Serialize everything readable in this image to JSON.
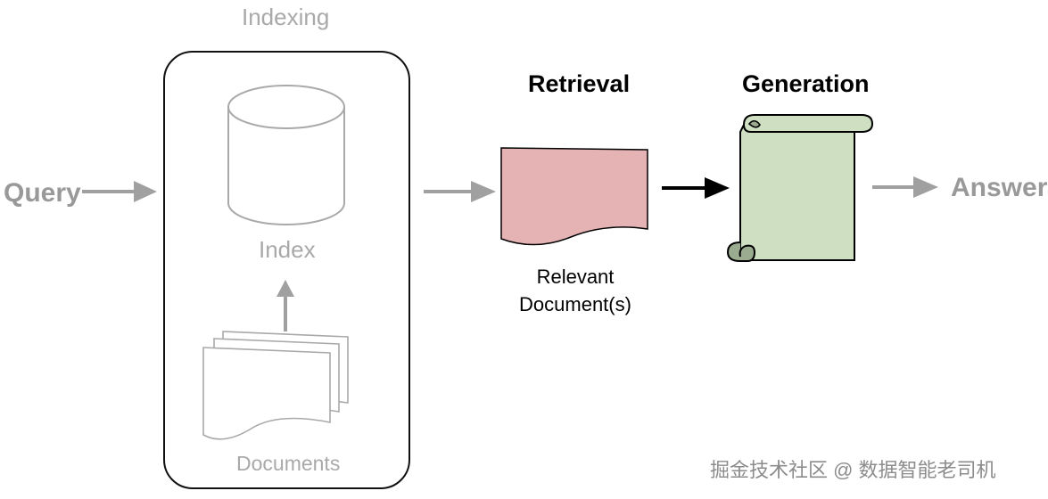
{
  "labels": {
    "indexing": "Indexing",
    "query": "Query",
    "index": "Index",
    "documents": "Documents",
    "retrieval": "Retrieval",
    "relevant_line1": "Relevant",
    "relevant_line2": "Document(s)",
    "generation": "Generation",
    "answer": "Answer"
  },
  "watermark": "掘金技术社区 @ 数据智能老司机",
  "colors": {
    "relevant_doc_fill": "#e6b3b4",
    "scroll_fill": "#cfe0c2",
    "scroll_curl": "#9aab90",
    "gray_stroke": "#a9a9a9",
    "arrow_gray": "#a0a0a0",
    "arrow_black": "#000000"
  }
}
